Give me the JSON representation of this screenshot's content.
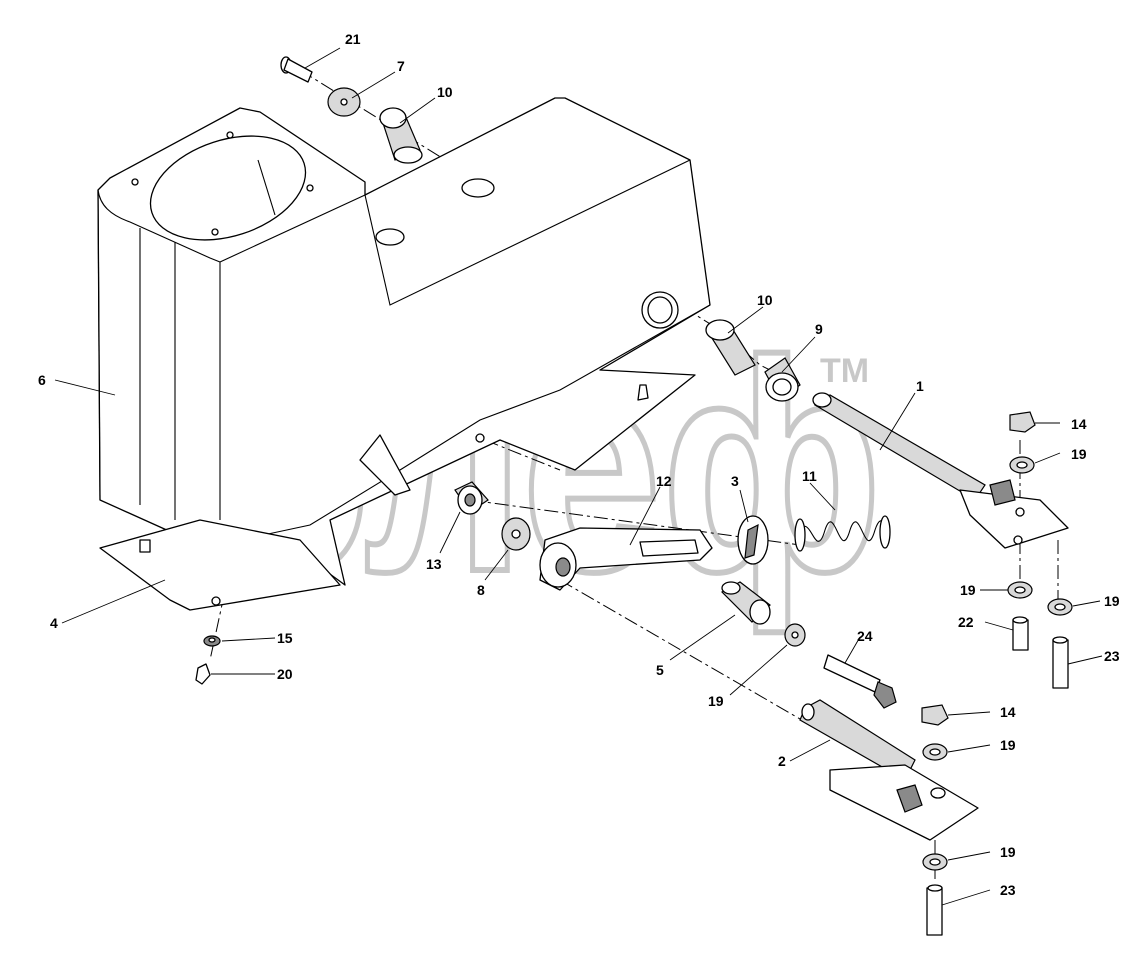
{
  "watermark": {
    "text": "элеф",
    "trademark": "TM"
  },
  "callouts": [
    {
      "id": "c21a",
      "text": "21"
    },
    {
      "id": "c7",
      "text": "7"
    },
    {
      "id": "c10a",
      "text": "10"
    },
    {
      "id": "c6",
      "text": "6"
    },
    {
      "id": "c10b",
      "text": "10"
    },
    {
      "id": "c9",
      "text": "9"
    },
    {
      "id": "c1",
      "text": "1"
    },
    {
      "id": "c14a",
      "text": "14"
    },
    {
      "id": "c19a",
      "text": "19"
    },
    {
      "id": "c12",
      "text": "12"
    },
    {
      "id": "c3",
      "text": "3"
    },
    {
      "id": "c11",
      "text": "11"
    },
    {
      "id": "c13",
      "text": "13"
    },
    {
      "id": "c8",
      "text": "8"
    },
    {
      "id": "c19b",
      "text": "19"
    },
    {
      "id": "c19c",
      "text": "19"
    },
    {
      "id": "c22",
      "text": "22"
    },
    {
      "id": "c23a",
      "text": "23"
    },
    {
      "id": "c4",
      "text": "4"
    },
    {
      "id": "c15",
      "text": "15"
    },
    {
      "id": "c20",
      "text": "20"
    },
    {
      "id": "c5",
      "text": "5"
    },
    {
      "id": "c24",
      "text": "24"
    },
    {
      "id": "c19d",
      "text": "19"
    },
    {
      "id": "c14b",
      "text": "14"
    },
    {
      "id": "c19e",
      "text": "19"
    },
    {
      "id": "c2",
      "text": "2"
    },
    {
      "id": "c19f",
      "text": "19"
    },
    {
      "id": "c23b",
      "text": "23"
    }
  ]
}
